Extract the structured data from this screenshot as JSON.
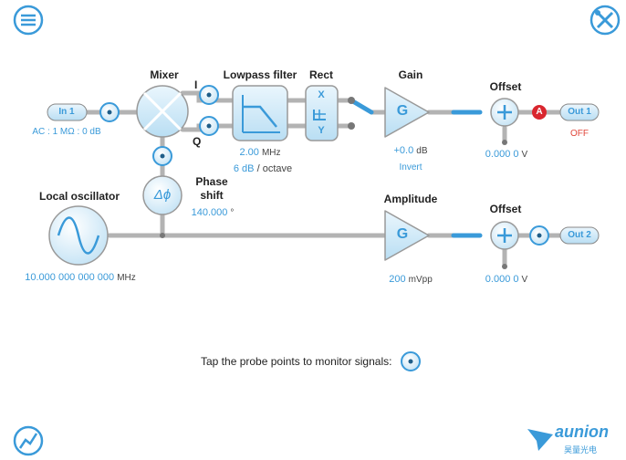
{
  "toolbar": {
    "menu_icon": "menu-icon",
    "settings_icon": "tools-icon",
    "chart_icon": "chart-icon"
  },
  "blocks": {
    "mixer": {
      "title": "Mixer",
      "i_label": "I",
      "q_label": "Q"
    },
    "lowpass": {
      "title": "Lowpass filter",
      "freq_value": "2.00",
      "freq_unit": "MHz",
      "slope_value": "6 dB",
      "slope_unit": "/ octave"
    },
    "rect": {
      "title": "Rect",
      "x_label": "X",
      "y_label": "Y"
    },
    "gain": {
      "title": "Gain",
      "symbol": "G",
      "value": "+0.0",
      "unit": "dB",
      "invert_label": "Invert"
    },
    "offset1": {
      "title": "Offset",
      "value": "0.000 0",
      "unit": "V"
    },
    "offset2": {
      "title": "Offset",
      "value": "0.000 0",
      "unit": "V"
    },
    "phase": {
      "title_line1": "Phase",
      "title_line2": "shift",
      "symbol": "Δϕ",
      "value": "140.000",
      "unit": "°"
    },
    "local_osc": {
      "title": "Local oscillator",
      "value": "10.000 000 000 000",
      "unit": "MHz"
    },
    "amplitude": {
      "title": "Amplitude",
      "symbol": "G",
      "value": "200",
      "unit": "mVpp"
    },
    "in1": {
      "label": "In 1",
      "coupling": "AC : 1 MΩ : 0 dB"
    },
    "out1": {
      "label": "Out 1",
      "state": "OFF"
    },
    "out2": {
      "label": "Out 2"
    },
    "alarm": {
      "label": "A"
    }
  },
  "footer": {
    "probe_hint": "Tap the probe points to monitor signals:",
    "watermark": "aunion",
    "watermark_sub": "昊量光电"
  },
  "colors": {
    "accent": "#3a9ad9",
    "wire": "#b3b3b3",
    "block_fill": "#d8eef9",
    "alarm": "#d9262e"
  }
}
